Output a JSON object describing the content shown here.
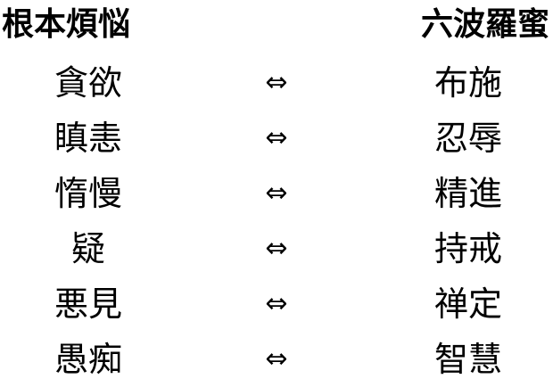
{
  "header": {
    "left_title": "根本煩悩",
    "right_title": "六波羅蜜"
  },
  "pairs": [
    {
      "left": "貪欲",
      "arrow": "⇔",
      "right": "布施"
    },
    {
      "left": "瞋恚",
      "arrow": "⇔",
      "right": "忍辱"
    },
    {
      "left": "惰慢",
      "arrow": "⇔",
      "right": "精進"
    },
    {
      "left": "疑",
      "arrow": "⇔",
      "right": "持戒"
    },
    {
      "left": "悪見",
      "arrow": "⇔",
      "right": "禅定"
    },
    {
      "left": "愚痴",
      "arrow": "⇔",
      "right": "智慧"
    }
  ]
}
